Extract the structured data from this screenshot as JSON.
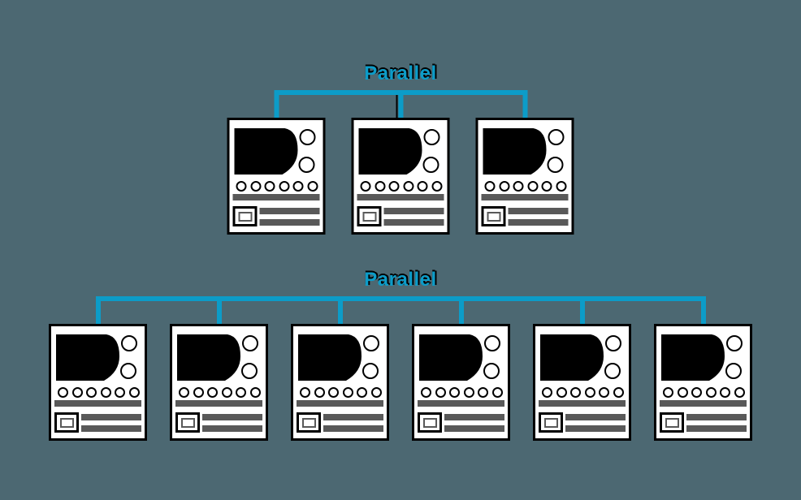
{
  "diagram": {
    "colors": {
      "background": "#4c6872",
      "accent": "#0c9cc8",
      "bar": "#595959",
      "ink": "#000000",
      "card": "#ffffff"
    },
    "groups": [
      {
        "label": "Parallel",
        "node_count": 3
      },
      {
        "label": "Parallel",
        "node_count": 6
      }
    ],
    "node_icon": "test-report-card"
  }
}
